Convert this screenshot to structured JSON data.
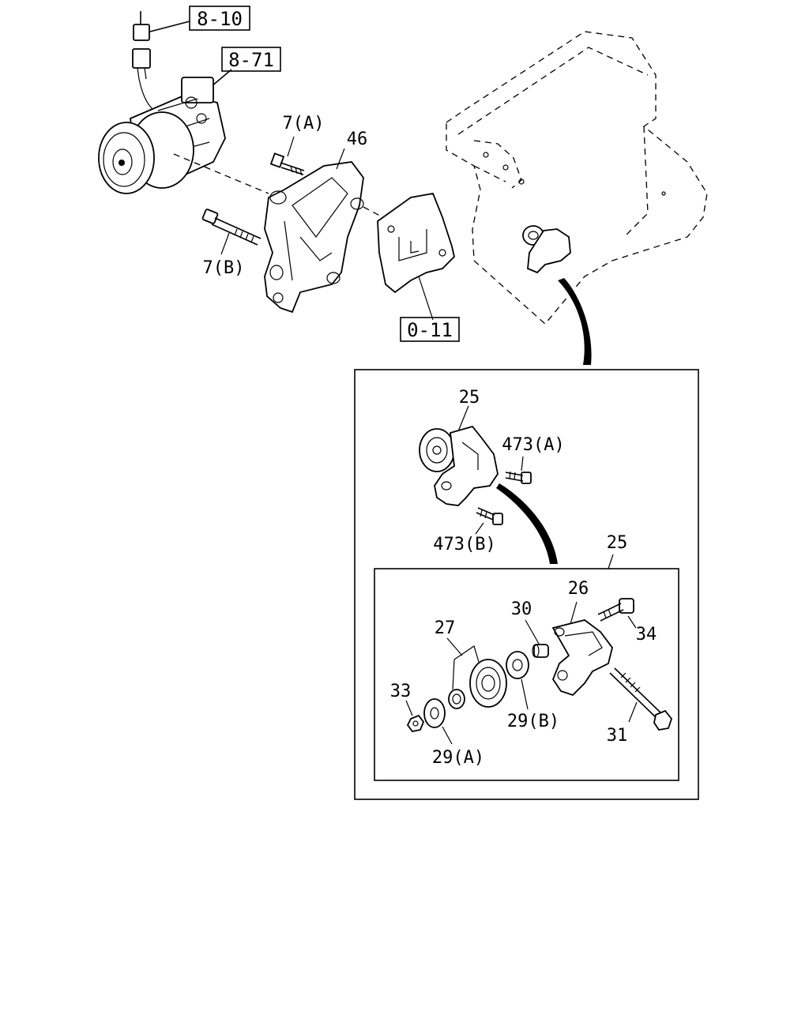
{
  "colors": {
    "ink": "#000000",
    "paper": "#ffffff"
  },
  "references": {
    "ref_8_10": "8-10",
    "ref_8_71": "8-71",
    "ref_0_11": "0-11"
  },
  "callouts": {
    "c_7a": "7(A)",
    "c_46": "46",
    "c_7b": "7(B)",
    "c_25_detail": "25",
    "c_473a": "473(A)",
    "c_473b": "473(B)",
    "c_25_sub": "25",
    "c_26": "26",
    "c_30": "30",
    "c_27": "27",
    "c_34": "34",
    "c_33": "33",
    "c_29b": "29(B)",
    "c_31": "31",
    "c_29a": "29(A)"
  }
}
